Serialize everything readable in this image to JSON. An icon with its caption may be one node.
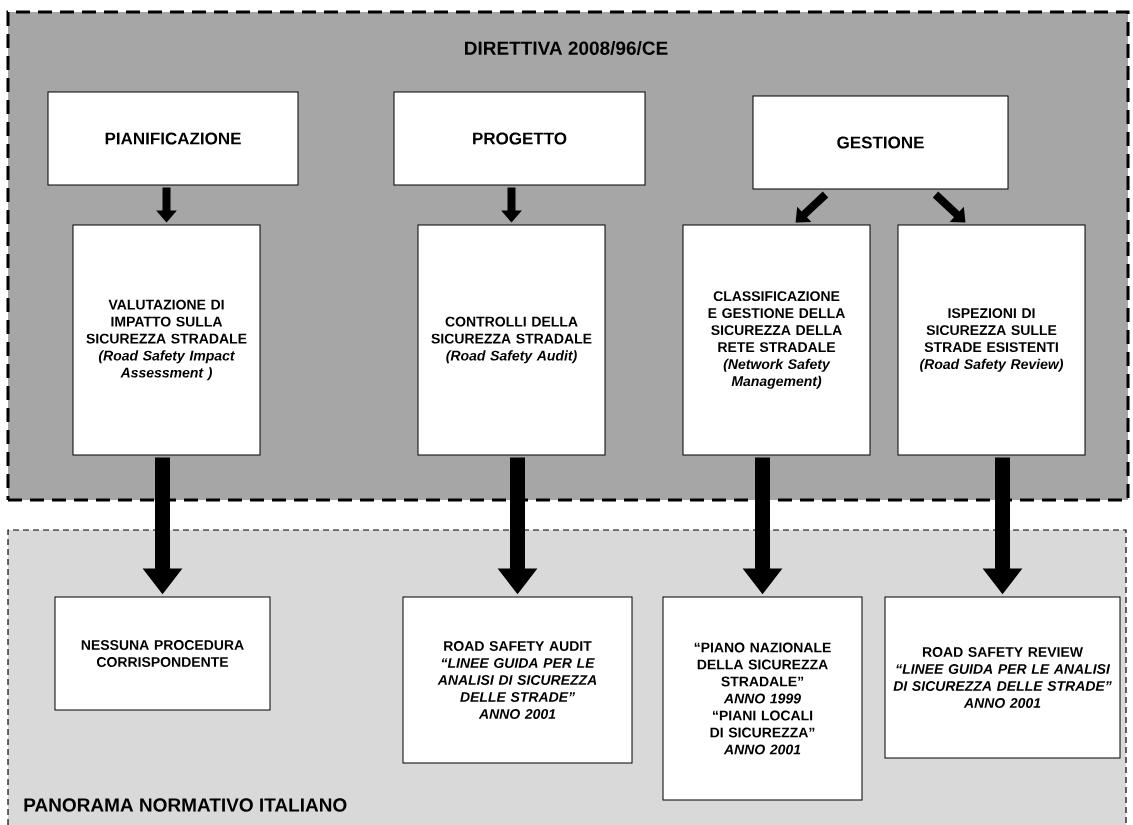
{
  "diagram": {
    "nodes": [
      {
        "text": [
          "DIRETTIVA 2008/96/CE"
        ]
      },
      {
        "text": [
          "PIANIFICAZIONE"
        ],
        "in": 0
      },
      {
        "text": [
          "PROGETTO"
        ],
        "in": 0
      },
      {
        "text": [
          "GESTIONE"
        ],
        "in": 0
      },
      {
        "text": [
          "VALUTAZIONE DI IMPATTO SULLA SICUREZZA STRADALE",
          "(Road Safety Impact Assessment )"
        ],
        "in": 0
      },
      {
        "text": [
          "CONTROLLI DELLA SICUREZZA STRADALE",
          "(Road Safety Audit)"
        ],
        "in": 0
      },
      {
        "text": [
          "CLASSIFICAZIONE E GESTIONE DELLA SICUREZZA DELLA RETE STRADALE",
          "(Network Safety Management)"
        ],
        "in": 0
      },
      {
        "text": [
          "ISPEZIONI DI SICUREZZA SULLE STRADE ESISTENTI",
          "(Road Safety Review)"
        ],
        "in": 0
      },
      {
        "text": [
          "PANORAMA NORMATIVO  ITALIANO"
        ]
      },
      {
        "text": [
          "NESSUNA PROCEDURA CORRISPONDENTE"
        ],
        "in": 8
      },
      {
        "text": [
          "ROAD SAFETY AUDIT",
          "“LINEE GUIDA PER LE ANALISI DI SICUREZZA DELLE STRADE”",
          "ANNO 2001"
        ],
        "in": 8
      },
      {
        "text": [
          "“PIANO NAZIONALE DELLA SICUREZZA STRADALE”",
          "ANNO 1999",
          "“PIANI LOCALI DI SICUREZZA”",
          "ANNO 2001"
        ],
        "in": 8
      },
      {
        "text": [
          "ROAD SAFETY REVIEW",
          "“LINEE GUIDA PER LE ANALISI DI SICUREZZA DELLE STRADE”",
          "ANNO 2001"
        ],
        "in": 8
      }
    ],
    "edges": [
      {
        "from": 1,
        "to": 4,
        "arrow": "to"
      },
      {
        "from": 2,
        "to": 5,
        "arrow": "to"
      },
      {
        "from": 3,
        "to": 6,
        "arrow": "to"
      },
      {
        "from": 3,
        "to": 7,
        "arrow": "to"
      },
      {
        "from": 4,
        "to": 9,
        "arrow": "to",
        "style": "thick"
      },
      {
        "from": 5,
        "to": 10,
        "arrow": "to",
        "style": "thick"
      },
      {
        "from": 6,
        "to": 11,
        "arrow": "to",
        "style": "thick"
      },
      {
        "from": 7,
        "to": 12,
        "arrow": "to",
        "style": "thick"
      }
    ]
  }
}
